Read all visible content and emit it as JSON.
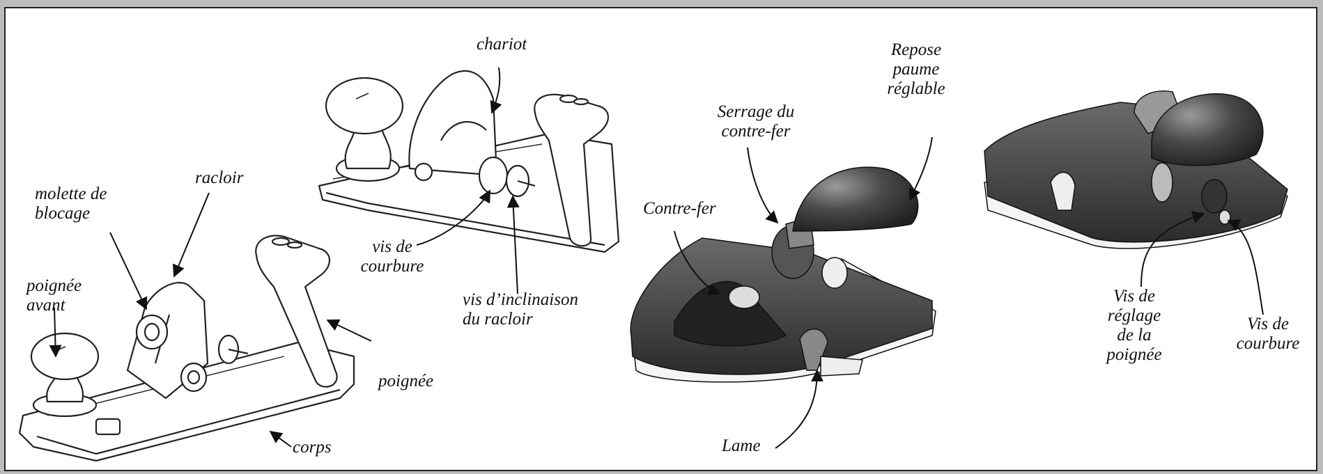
{
  "labels": {
    "chariot": "chariot",
    "racloir": "racloir",
    "molette": "molette de\nblocage",
    "poignee_avant": "poignée\navant",
    "vis_courbure_1": "vis de\ncourbure",
    "vis_inclinaison": "vis d’inclinaison\ndu racloir",
    "poignee": "poignée",
    "corps": "corps",
    "repose": "Repose\npaume\nréglable",
    "serrage": "Serrage du\ncontre-fer",
    "contre_fer": "Contre-fer",
    "lame": "Lame",
    "vis_reglage": "Vis de\nréglage\nde la\npoignée",
    "vis_courbure_2": "Vis de\ncourbure"
  },
  "colors": {
    "background_band": "#bcbcbc",
    "panel": "#ffffff",
    "tool_dark": "#3a3a3a",
    "line_art": "#222222"
  }
}
